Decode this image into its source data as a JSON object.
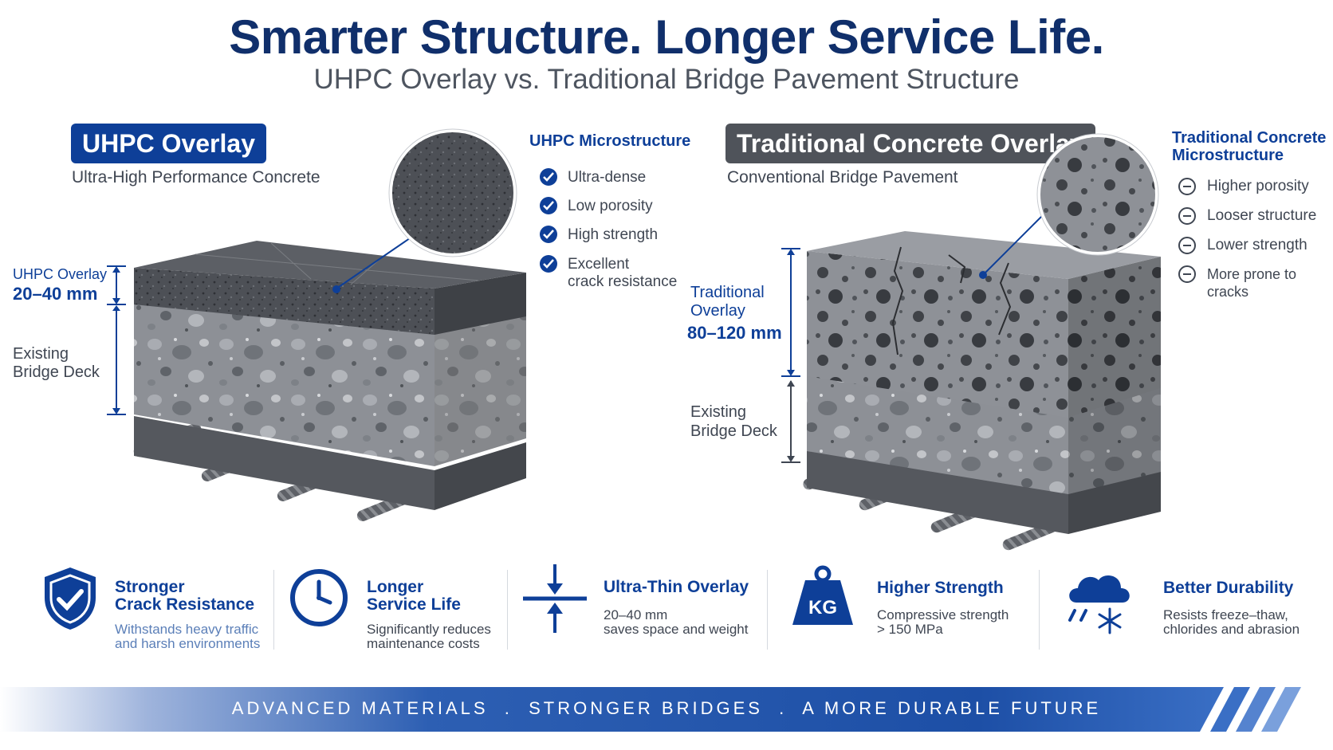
{
  "header": {
    "title": "Smarter Structure. Longer Service Life.",
    "subtitle": "UHPC Overlay vs. Traditional Bridge Pavement Structure"
  },
  "uhpc": {
    "badge": "UHPC Overlay",
    "subtitle": "Ultra-High Performance Concrete",
    "micro_heading": "UHPC Microstructure",
    "features": [
      "Ultra-dense",
      "Low porosity",
      "High strength",
      "Excellent",
      "crack resistance"
    ],
    "overlay_label": "UHPC Overlay",
    "overlay_value": "20–40 mm",
    "deck_label_1": "Existing",
    "deck_label_2": "Bridge Deck"
  },
  "traditional": {
    "badge": "Traditional Concrete Overlay",
    "subtitle": "Conventional Bridge Pavement",
    "micro_heading_1": "Traditional Concrete",
    "micro_heading_2": "Microstructure",
    "features": [
      "Higher porosity",
      "Looser structure",
      "Lower strength",
      "More prone to cracks"
    ],
    "overlay_label_1": "Traditional",
    "overlay_label_2": "Overlay",
    "overlay_value": "80–120 mm",
    "deck_label_1": "Existing",
    "deck_label_2": "Bridge Deck"
  },
  "benefits": [
    {
      "icon": "shield-check-icon",
      "title_1": "Stronger",
      "title_2": "Crack Resistance",
      "desc_1": "Withstands heavy traffic",
      "desc_2": "and harsh environments"
    },
    {
      "icon": "clock-icon",
      "title_1": "Longer",
      "title_2": "Service Life",
      "desc_1": "Significantly reduces",
      "desc_2": "maintenance costs"
    },
    {
      "icon": "thin-layer-icon",
      "title_1": "Ultra-Thin Overlay",
      "title_2": "",
      "desc_1": "20–40 mm",
      "desc_2": "saves space and weight"
    },
    {
      "icon": "kg-weight-icon",
      "title_1": "Higher Strength",
      "title_2": "",
      "desc_1": "Compressive strength",
      "desc_2": "> 150 MPa",
      "weight_text": "KG"
    },
    {
      "icon": "cloud-snow-icon",
      "title_1": "Better Durability",
      "title_2": "",
      "desc_1": "Resists freeze–thaw,",
      "desc_2": "chlorides and abrasion"
    }
  ],
  "footer": {
    "banner": "ADVANCED MATERIALS  .  STRONGER BRIDGES  .  A MORE DURABLE FUTURE"
  },
  "colors": {
    "brand_blue": "#0e3f98",
    "title_navy": "#102f6b",
    "gray_badge": "#4f535a"
  }
}
